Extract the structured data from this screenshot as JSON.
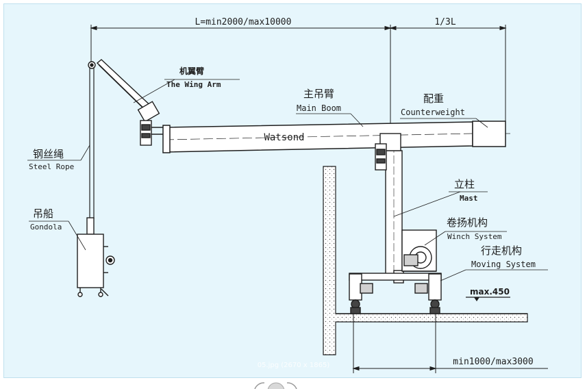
{
  "image_caption": "05.jpg (2670 x 1865)",
  "dimensions": {
    "boom_length": "L=min2000/max10000",
    "counterweight_length": "1/3L",
    "base_span": "min1000/max3000",
    "max_height": "max.450"
  },
  "boom_brand": "Watsond",
  "labels": {
    "wing_arm": {
      "zh": "机翼臂",
      "en": "The Wing Arm"
    },
    "main_boom": {
      "zh": "主吊臂",
      "en": "Main Boom"
    },
    "counterweight": {
      "zh": "配重",
      "en": "Counterweight"
    },
    "steel_rope": {
      "zh": "钢丝绳",
      "en": "Steel Rope"
    },
    "mast": {
      "zh": "立柱",
      "en": "Mast"
    },
    "winch_system": {
      "zh": "卷扬机构",
      "en": "Winch System"
    },
    "moving_system": {
      "zh": "行走机构",
      "en": "Moving System"
    },
    "gondola": {
      "zh": "吊船",
      "en": "Gondola"
    }
  },
  "colors": {
    "background": "#e6f6fc",
    "line": "#1e1e1e"
  }
}
